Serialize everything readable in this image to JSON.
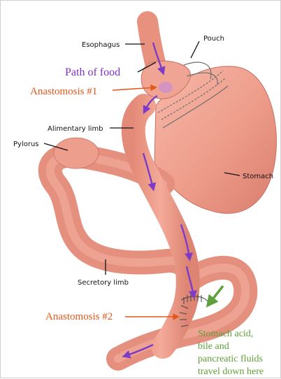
{
  "labels": {
    "esophagus": "Esophagus",
    "pouch": "Pouch",
    "path_of_food": "Path of food",
    "anastomosis_1": "Anastomosis #1",
    "alimentary_limb": "Alimentary limb",
    "pylorus": "Pylorus",
    "stomach": "Stomach",
    "secretory_limb": "Secretory limb",
    "anastomosis_2": "Anastomosis #2",
    "fluids_note": [
      "Stomach acid,",
      "bile and",
      "pancreatic fluids",
      "travel down here"
    ]
  },
  "colors": {
    "tissue": "#f0a08f",
    "tissue_dark": "#d9776b",
    "food_arrow": "#7d3bc8",
    "anastomosis_text": "#e4571a",
    "fluids": "#5fa03a"
  }
}
